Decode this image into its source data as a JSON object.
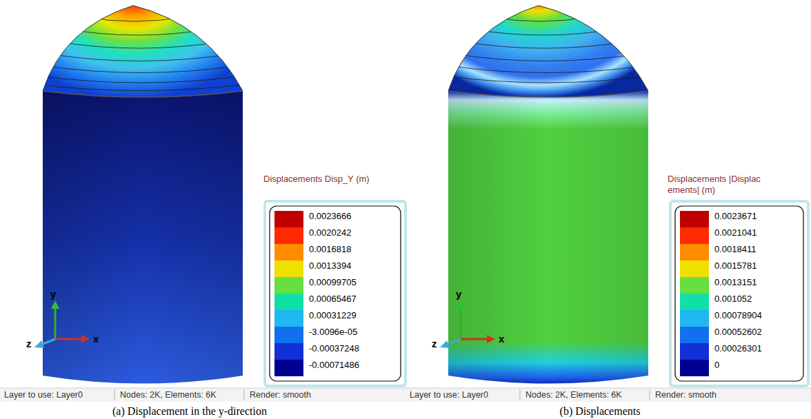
{
  "diagram": {
    "labels": [
      "Displacements Disp_Y (m)",
      "y",
      "z",
      "x",
      "Layer to use: Layer0",
      "Nodes: 2K, Elements: 6K",
      "Render: smooth",
      "(a) Displacement in the y-direction",
      "Displacements |Displac ements| (m)",
      "y",
      "z",
      "x",
      "Layer to use: Layer0",
      "Nodes: 2K, Elements: 6K",
      "Render: smooth",
      "(b) Displacements"
    ],
    "legend": [
      {
        "text": "0.0023666",
        "color": "#c00000"
      },
      {
        "text": "0.0020242",
        "color": "#ff2a00"
      },
      {
        "text": "0.0016818",
        "color": "#ff8c00"
      },
      {
        "text": "0.0013394",
        "color": "#f0e000"
      },
      {
        "text": "0.00099705",
        "color": "#66e040"
      },
      {
        "text": "0.00065467",
        "color": "#10e0a8"
      },
      {
        "text": "0.00031229",
        "color": "#20b8f0"
      },
      {
        "text": "-3.0096e-05",
        "color": "#1070f0"
      },
      {
        "text": "-0.00037248",
        "color": "#1030d8"
      },
      {
        "text": "-0.00071486",
        "color": "#000090"
      },
      {
        "text": "0.0023671",
        "color": "#c00000"
      },
      {
        "text": "0.0021041",
        "color": "#ff2a00"
      },
      {
        "text": "0.0018411",
        "color": "#ff8c00"
      },
      {
        "text": "0.0015781",
        "color": "#f0e000"
      },
      {
        "text": "0.0013151",
        "color": "#66e040"
      },
      {
        "text": "0.001052",
        "color": "#10e0a8"
      },
      {
        "text": "0.00078904",
        "color": "#20b8f0"
      },
      {
        "text": "0.00052602",
        "color": "#1070f0"
      },
      {
        "text": "0.00026301",
        "color": "#1030d8"
      },
      {
        "text": "0",
        "color": "#000090"
      }
    ]
  }
}
